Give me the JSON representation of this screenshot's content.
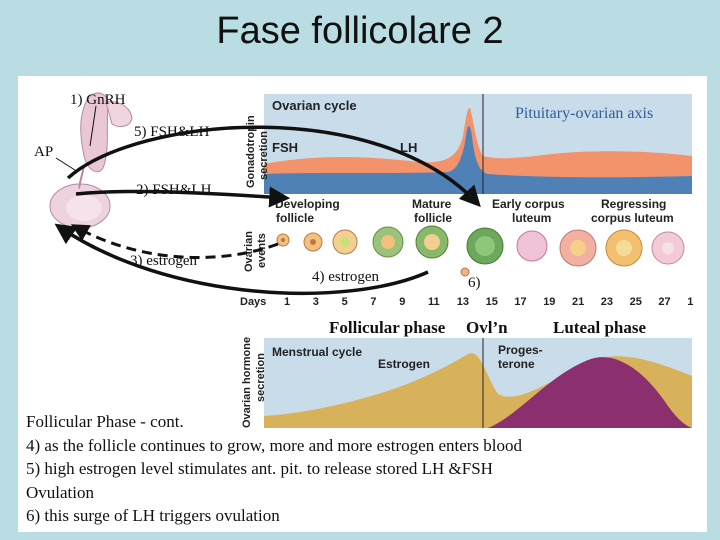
{
  "slide": {
    "title": "Fase follicolare 2"
  },
  "diagram": {
    "labels": {
      "gnrh": "1) GnRH",
      "ap": "AP",
      "fsh_lh_5": "5) FSH&LH",
      "fsh_lh_2": "2) FSH&LH",
      "estrogen_3": "3) estrogen",
      "estrogen_4": "4) estrogen",
      "ovulation_6": "6)"
    },
    "top_chart": {
      "title": "Ovarian cycle",
      "axis_title": "Pituitary-ovarian axis",
      "side_label_line1": "Gonadotropin",
      "side_label_line2": "secretion",
      "fsh": "FSH",
      "lh": "LH",
      "colors": {
        "fsh": "#f2936b",
        "lh": "#3d7fbf",
        "bg": "#c9dcea"
      }
    },
    "ovarian_events": {
      "side_label_line1": "Ovarian",
      "side_label_line2": "events",
      "developing_line1": "Developing",
      "developing_line2": "follicle",
      "mature_line1": "Mature",
      "mature_line2": "follicle",
      "early_line1": "Early corpus",
      "early_line2": "luteum",
      "regressing_line1": "Regressing",
      "regressing_line2": "corpus luteum"
    },
    "days": {
      "label": "Days",
      "ticks": [
        "1",
        "3",
        "5",
        "7",
        "9",
        "11",
        "13",
        "15",
        "17",
        "19",
        "21",
        "23",
        "25",
        "27",
        "1"
      ]
    },
    "phases": {
      "follicular": "Follicular phase",
      "ovulation": "Ovl’n",
      "luteal": "Luteal phase"
    },
    "hormone_chart": {
      "side_label_line1": "Ovarian hormone",
      "side_label_line2": "secretion",
      "menstrual_cycle": "Menstrual cycle",
      "estrogen": "Estrogen",
      "progesterone_line1": "Proges-",
      "progesterone_line2": "terone",
      "colors": {
        "estrogen": "#d8b25a",
        "progesterone": "#8b2f6e",
        "bg": "#c9dcea"
      }
    }
  },
  "notes": [
    "Follicular Phase - cont.",
    "4) as the follicle continues to grow, more and more estrogen enters blood",
    "5) high estrogen level stimulates ant. pit. to release stored LH &FSH",
    "Ovulation",
    "6) this surge of LH triggers ovulation"
  ]
}
